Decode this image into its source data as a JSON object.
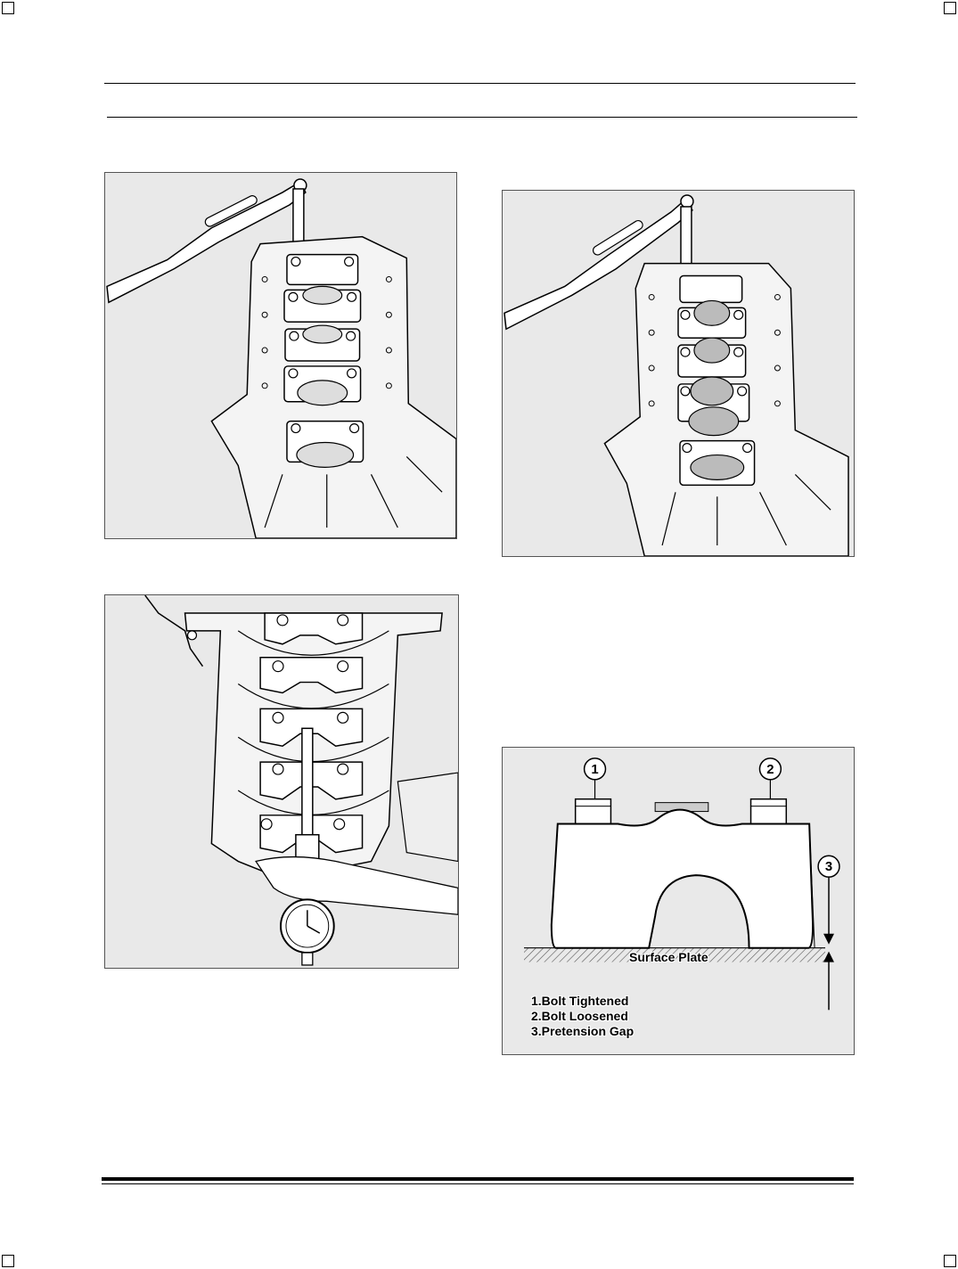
{
  "figures": {
    "cap_gap": {
      "callouts": [
        "1",
        "2",
        "3"
      ],
      "surface_label": "Surface Plate",
      "legend": [
        "1.Bolt Tightened",
        "2.Bolt Loosened",
        "3.Pretension Gap"
      ]
    }
  },
  "colors": {
    "figure_background": "#e9e9e9",
    "line": "#000000",
    "part_fill": "#ffffff"
  }
}
